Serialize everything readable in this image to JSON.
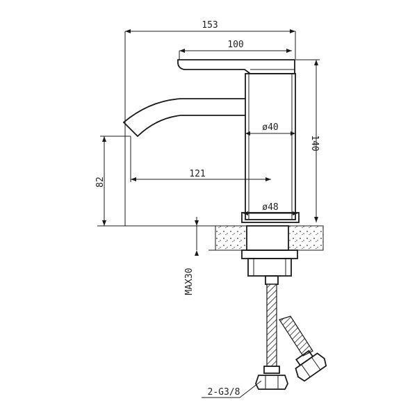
{
  "dimensions": {
    "overall_width": "153",
    "lever_length": "100",
    "spout_reach": "121",
    "spout_height": "82",
    "body_height": "140",
    "body_diameter": "ø40",
    "base_diameter": "ø48",
    "max_deck_thickness": "MAX30",
    "connection_thread": "2-G3/8"
  },
  "colors": {
    "line": "#1a1a1a",
    "background": "#ffffff"
  }
}
